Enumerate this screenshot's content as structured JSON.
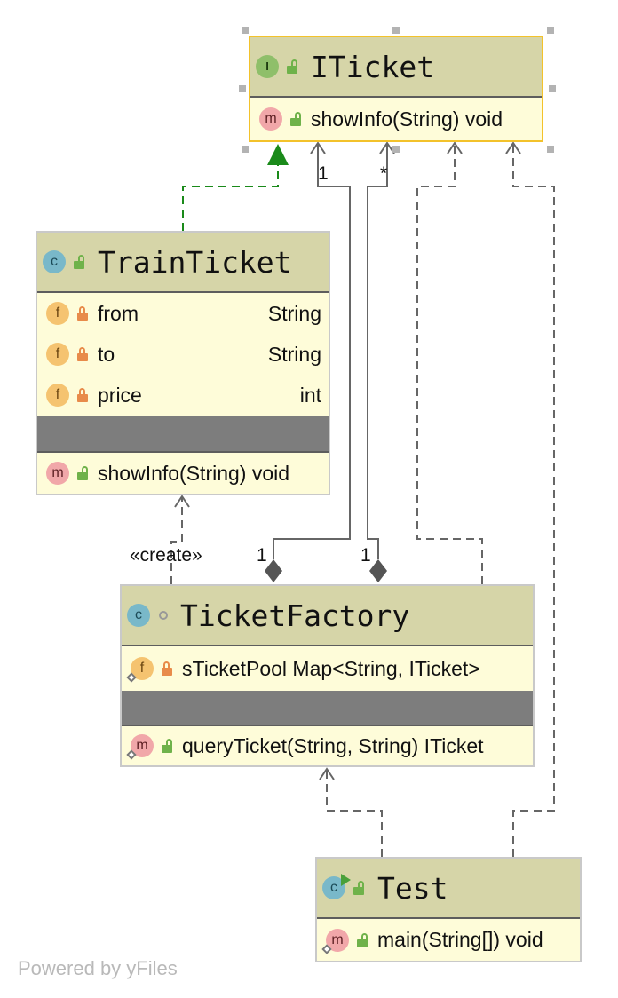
{
  "diagram": {
    "classes": {
      "iticket": {
        "name": "ITicket",
        "kind_icon": "interface-icon",
        "methods": [
          {
            "signature": "showInfo(String) void"
          }
        ]
      },
      "train_ticket": {
        "name": "TrainTicket",
        "kind_icon": "class-icon",
        "fields": [
          {
            "name": "from",
            "type": "String"
          },
          {
            "name": "to",
            "type": "String"
          },
          {
            "name": "price",
            "type": "int"
          }
        ],
        "methods": [
          {
            "signature": "showInfo(String) void"
          }
        ]
      },
      "ticket_factory": {
        "name": "TicketFactory",
        "kind_icon": "class-icon",
        "fields": [
          {
            "signature": "sTicketPool Map<String, ITicket>"
          }
        ],
        "methods": [
          {
            "signature": "queryTicket(String, String) ITicket"
          }
        ]
      },
      "test": {
        "name": "Test",
        "kind_icon": "runnable-class-icon",
        "methods": [
          {
            "signature": "main(String[]) void"
          }
        ]
      }
    },
    "edges": {
      "create_label": "«create»",
      "multiplicity_iticket_left": "1",
      "multiplicity_iticket_right": "*",
      "multiplicity_factory_left": "1",
      "multiplicity_factory_right": "1"
    },
    "icon_letters": {
      "interface": "I",
      "class": "c",
      "method": "m",
      "field": "f"
    },
    "colors": {
      "header_bg": "#d6d5a8",
      "body_bg": "#fefcd9",
      "selected_border": "#f3c22b",
      "realization_arrow": "#1a8a1a"
    }
  },
  "footer": {
    "text": "Powered by yFiles"
  }
}
